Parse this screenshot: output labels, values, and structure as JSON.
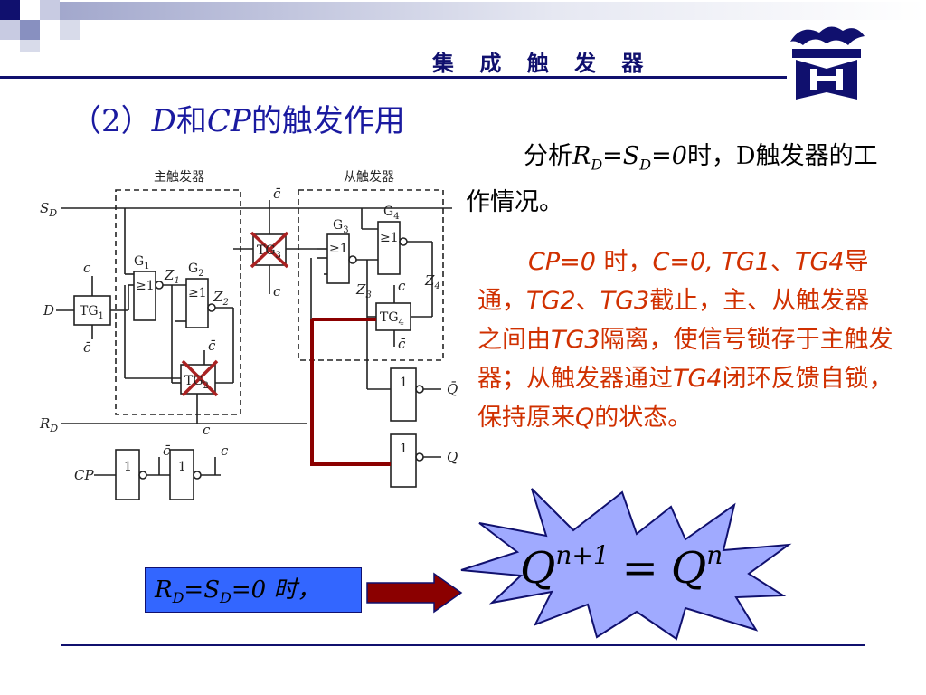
{
  "header": {
    "title": "集 成 触 发 器"
  },
  "subtitle": {
    "prefix": "（2）",
    "d": "D",
    "he": "和",
    "cp": "CP",
    "suffix": "的触发作用"
  },
  "analysis": {
    "a": "分析",
    "r": "R",
    "rsub": "D",
    "eq1": "=",
    "s": "S",
    "ssub": "D",
    "eq2": "=",
    "zero": "0",
    "rest": "时，D触发器的工作情况。"
  },
  "explain": {
    "p1": "CP=0",
    "p2": " 时，",
    "p3": "C=0, TG1",
    "p4": "、",
    "p5": "TG4",
    "p6": "导通，",
    "p7": "TG2",
    "p8": "、",
    "p9": "TG3",
    "p10": "截止，主、从触发器之间由",
    "p11": "TG3",
    "p12": "隔离，使信号锁存于主触发器；从触发器通过",
    "p13": "TG4",
    "p14": "闭环反馈自锁，保持原来",
    "p15": "Q",
    "p16": "的状态。"
  },
  "condition": {
    "r": "R",
    "rsub": "D",
    "eq1": "=",
    "s": "S",
    "ssub": "D",
    "eq2": "=0 时，"
  },
  "equation": {
    "lhs": "Q",
    "lsup": "n+1",
    "op": "=",
    "rhs": "Q",
    "rsup": "n"
  },
  "diagram": {
    "master_label": "主触发器",
    "slave_label": "从触发器",
    "sd": "S",
    "sd_sub": "D",
    "rd": "R",
    "rd_sub": "D",
    "d": "D",
    "cp": "CP",
    "g1": "G",
    "g1s": "1",
    "g2": "G",
    "g2s": "2",
    "g3": "G",
    "g3s": "3",
    "g4": "G",
    "g4s": "4",
    "ge": "≥1",
    "one": "1",
    "tg1": "TG",
    "tg1s": "1",
    "tg2": "TG",
    "tg2s": "2",
    "tg3": "TG",
    "tg3s": "3",
    "tg4": "TG",
    "tg4s": "4",
    "z1": "Z",
    "z1s": "1",
    "z2": "Z",
    "z2s": "2",
    "z3": "Z",
    "z3s": "3",
    "z4": "Z",
    "z4s": "4",
    "c": "c",
    "cbar": "c̄",
    "q": "Q",
    "qbar": "Q̄"
  },
  "colors": {
    "navy": "#10106e",
    "accent": "#d03000",
    "box": "#3366ff",
    "star": "#a0aaff",
    "arrow": "#8b0000",
    "cross": "#aa2222"
  }
}
